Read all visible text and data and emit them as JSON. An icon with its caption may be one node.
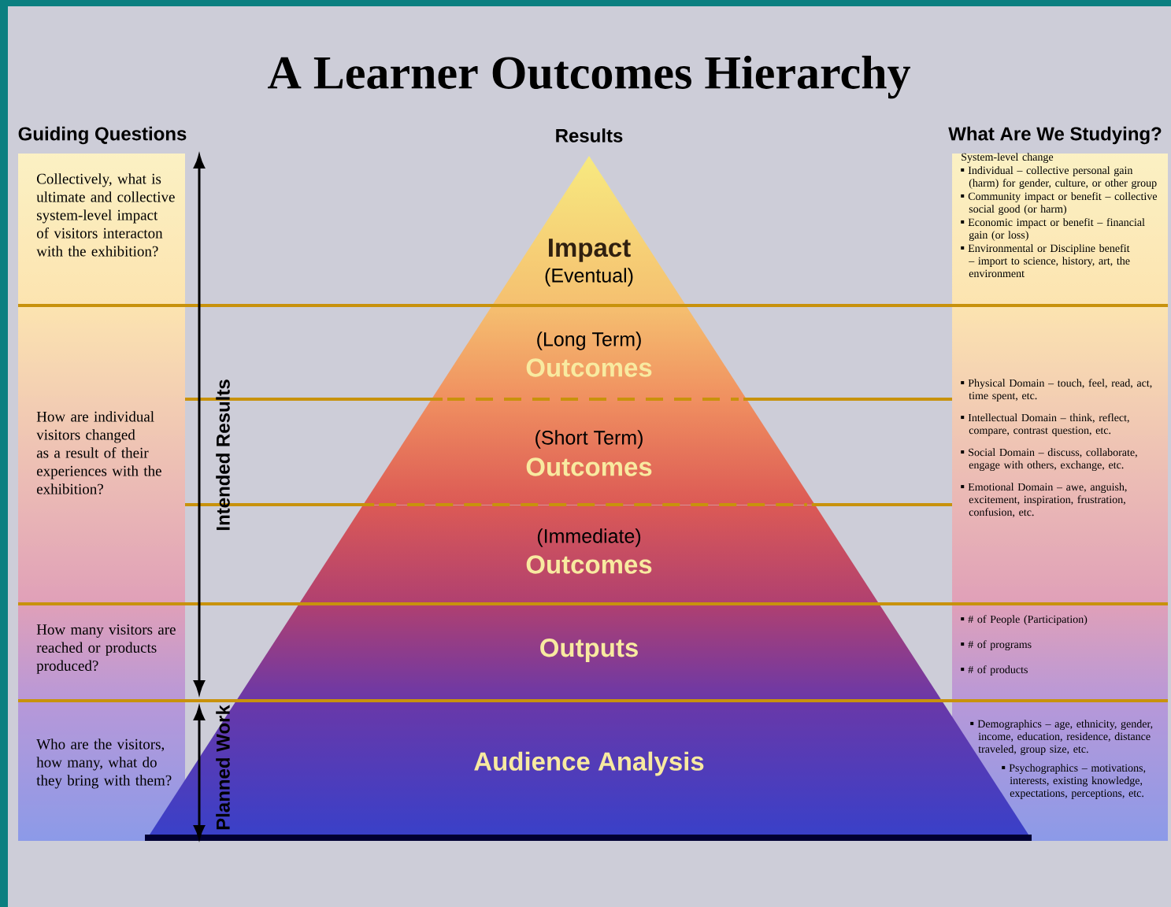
{
  "diagram": {
    "title": "A Learner Outcomes Hierarchy",
    "nodes": [
      {
        "text": [
          "Impact",
          "(Eventual)"
        ]
      },
      {
        "text": [
          "(Long Term)",
          "Outcomes"
        ]
      },
      {
        "text": [
          "(Short Term)",
          "Outcomes"
        ]
      },
      {
        "text": [
          "(Immediate)",
          "Outcomes"
        ]
      },
      {
        "text": [
          "Outputs"
        ]
      },
      {
        "text": [
          "Audience Analysis"
        ]
      },
      {
        "text": [
          "Collectively, what is ultimate and collective system-level impact of visitors interacton with the exhibition?"
        ]
      },
      {
        "text": [
          "How are individual visitors changed as a result of their experiences with the exhibition?"
        ]
      },
      {
        "text": [
          "How many visitors are reached or products produced?"
        ]
      },
      {
        "text": [
          "Who are the visitors, how many, what do they bring with them?"
        ]
      },
      {
        "text": [
          "System-level change",
          "Individual – collective personal gain (harm) for gender, culture, or other group",
          "Community impact or benefit – collective social good (or harm)",
          "Economic impact or benefit – financial gain (or loss)",
          "Environmental or Discipline benefit – import to science, history, art, the environment"
        ]
      },
      {
        "text": [
          "Physical Domain – touch, feel, read, act, time spent, etc.",
          "Intellectual Domain – think, reflect, compare, contrast question, etc.",
          "Social Domain – discuss, collaborate, engage with others, exchange, etc.",
          "Emotional Domain – awe, anguish, excitement, inspiration, frustration, confusion, etc."
        ]
      },
      {
        "text": [
          "# of People (Participation)",
          "# of programs",
          "# of products"
        ]
      },
      {
        "text": [
          "Demographics – age, ethnicity, gender, income, education, residence, distance traveled, group size, etc.",
          "Psychographics – motivations, interests, existing knowledge, expectations, perceptions, etc."
        ]
      }
    ],
    "labels": [
      "Guiding Questions",
      "Results",
      "What Are We Studying?",
      "Intended Results",
      "Planned Work"
    ]
  }
}
